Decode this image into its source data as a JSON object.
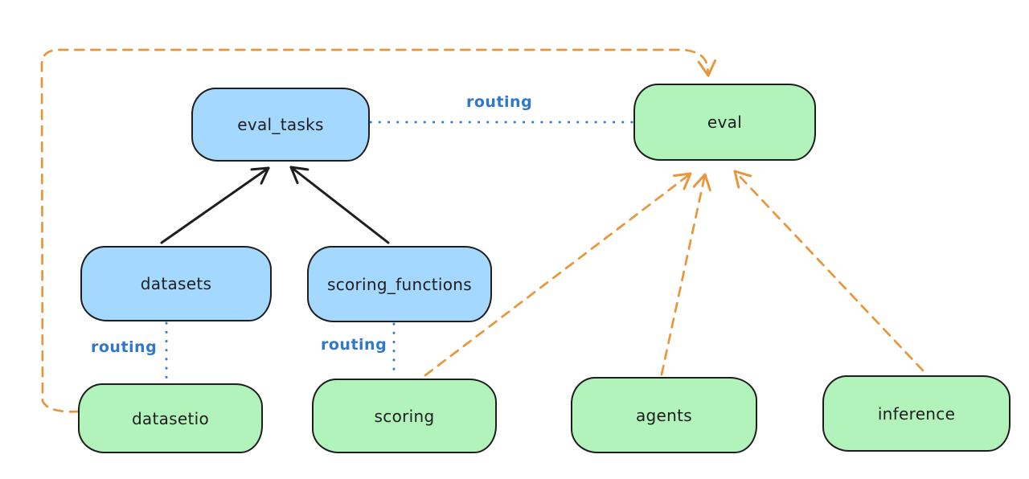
{
  "nodes": [
    {
      "id": "eval_tasks",
      "label": "eval_tasks",
      "kind": "resource",
      "fill": "#a5d8ff"
    },
    {
      "id": "eval",
      "label": "eval",
      "kind": "api",
      "fill": "#b2f2bb"
    },
    {
      "id": "datasets",
      "label": "datasets",
      "kind": "resource",
      "fill": "#a5d8ff"
    },
    {
      "id": "scoring_functions",
      "label": "scoring_functions",
      "kind": "resource",
      "fill": "#a5d8ff"
    },
    {
      "id": "datasetio",
      "label": "datasetio",
      "kind": "api",
      "fill": "#b2f2bb"
    },
    {
      "id": "scoring",
      "label": "scoring",
      "kind": "api",
      "fill": "#b2f2bb"
    },
    {
      "id": "agents",
      "label": "agents",
      "kind": "api",
      "fill": "#b2f2bb"
    },
    {
      "id": "inference",
      "label": "inference",
      "kind": "api",
      "fill": "#b2f2bb"
    }
  ],
  "labels": {
    "routing_top": "routing",
    "routing_datasets": "routing",
    "routing_scoring": "routing"
  },
  "edges": [
    {
      "from": "datasets",
      "to": "eval_tasks",
      "style": "solid-arrow",
      "color": "#1e1e1e"
    },
    {
      "from": "scoring_functions",
      "to": "eval_tasks",
      "style": "solid-arrow",
      "color": "#1e1e1e"
    },
    {
      "from": "eval_tasks",
      "to": "eval",
      "style": "dotted-line",
      "color": "#3380cc",
      "label": "routing"
    },
    {
      "from": "datasets",
      "to": "datasetio",
      "style": "dotted-line",
      "color": "#3380cc",
      "label": "routing"
    },
    {
      "from": "scoring_functions",
      "to": "scoring",
      "style": "dotted-line",
      "color": "#3380cc",
      "label": "routing"
    },
    {
      "from": "datasetio",
      "to": "eval",
      "style": "dashed-arrow",
      "color": "#e8963c"
    },
    {
      "from": "scoring",
      "to": "eval",
      "style": "dashed-arrow",
      "color": "#e8963c"
    },
    {
      "from": "agents",
      "to": "eval",
      "style": "dashed-arrow",
      "color": "#e8963c"
    },
    {
      "from": "inference",
      "to": "eval",
      "style": "dashed-arrow",
      "color": "#e8963c"
    }
  ],
  "colors": {
    "resource_fill": "#a5d8ff",
    "api_fill": "#b2f2bb",
    "stroke": "#1e1e1e",
    "dashed_arrow": "#e8963c",
    "routing_blue": "#3177cc",
    "background": "#ffffff"
  }
}
